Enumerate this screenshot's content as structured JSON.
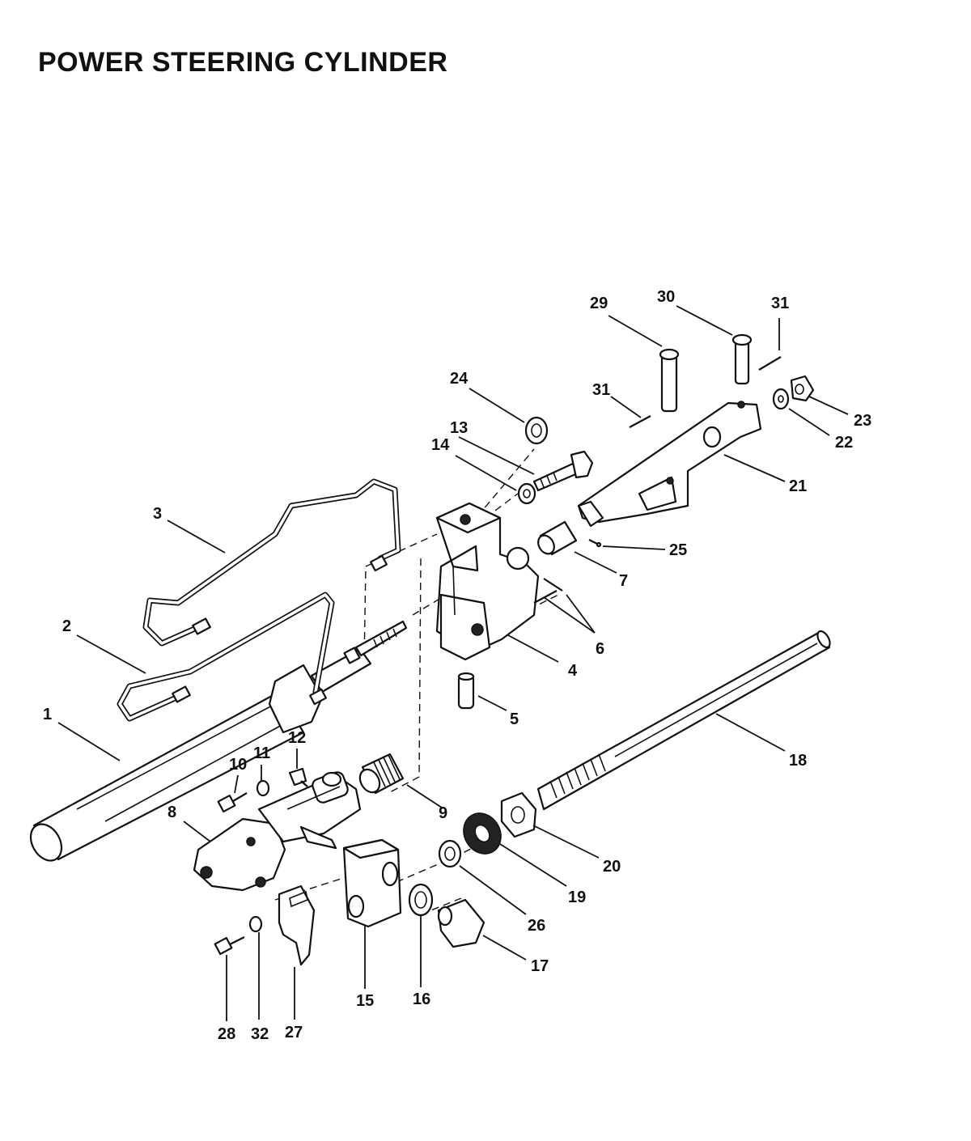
{
  "title": "POWER STEERING CYLINDER",
  "callouts": [
    {
      "id": "1",
      "label": "1"
    },
    {
      "id": "2",
      "label": "2"
    },
    {
      "id": "3",
      "label": "3"
    },
    {
      "id": "4",
      "label": "4"
    },
    {
      "id": "5",
      "label": "5"
    },
    {
      "id": "6",
      "label": "6"
    },
    {
      "id": "7",
      "label": "7"
    },
    {
      "id": "8",
      "label": "8"
    },
    {
      "id": "9",
      "label": "9"
    },
    {
      "id": "10",
      "label": "10"
    },
    {
      "id": "11",
      "label": "11"
    },
    {
      "id": "12",
      "label": "12"
    },
    {
      "id": "13",
      "label": "13"
    },
    {
      "id": "14",
      "label": "14"
    },
    {
      "id": "15",
      "label": "15"
    },
    {
      "id": "16",
      "label": "16"
    },
    {
      "id": "17",
      "label": "17"
    },
    {
      "id": "18",
      "label": "18"
    },
    {
      "id": "19",
      "label": "19"
    },
    {
      "id": "20",
      "label": "20"
    },
    {
      "id": "21",
      "label": "21"
    },
    {
      "id": "22",
      "label": "22"
    },
    {
      "id": "23",
      "label": "23"
    },
    {
      "id": "24",
      "label": "24"
    },
    {
      "id": "25",
      "label": "25"
    },
    {
      "id": "26",
      "label": "26"
    },
    {
      "id": "27",
      "label": "27"
    },
    {
      "id": "28",
      "label": "28"
    },
    {
      "id": "29",
      "label": "29"
    },
    {
      "id": "30",
      "label": "30"
    },
    {
      "id": "31a",
      "label": "31"
    },
    {
      "id": "31b",
      "label": "31"
    },
    {
      "id": "32",
      "label": "32"
    }
  ]
}
